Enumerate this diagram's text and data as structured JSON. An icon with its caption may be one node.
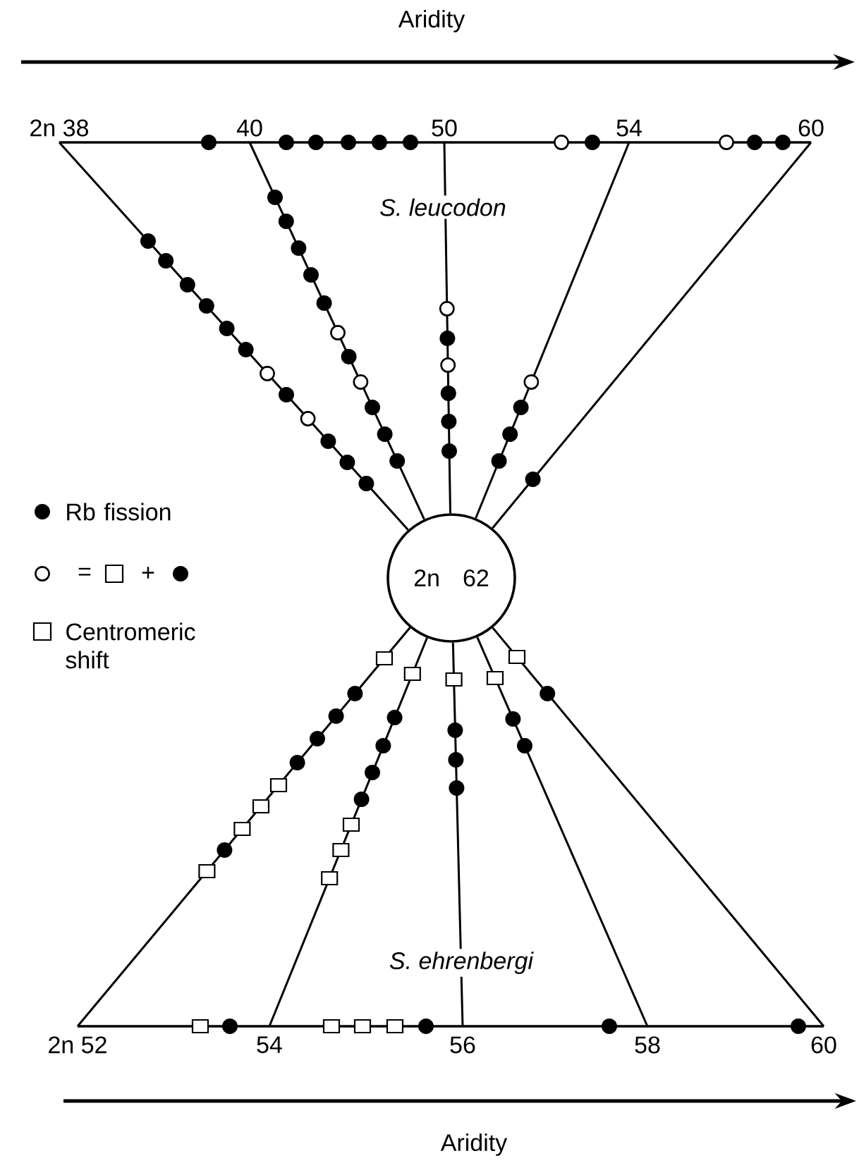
{
  "diagram": {
    "nodes": [
      {
        "text": [
          "2n",
          "62"
        ]
      },
      {
        "text": [
          "2n 38"
        ]
      },
      {
        "text": [
          "40"
        ]
      },
      {
        "text": [
          "50"
        ]
      },
      {
        "text": [
          "54"
        ]
      },
      {
        "text": [
          "60"
        ]
      },
      {
        "text": [
          "2n 52"
        ]
      },
      {
        "text": [
          "54"
        ]
      },
      {
        "text": [
          "56"
        ]
      },
      {
        "text": [
          "58"
        ]
      },
      {
        "text": [
          "60"
        ]
      }
    ],
    "edges": [
      {
        "from": 0,
        "to": 1,
        "arrow": "none"
      },
      {
        "from": 0,
        "to": 2,
        "arrow": "none"
      },
      {
        "from": 0,
        "to": 3,
        "arrow": "none"
      },
      {
        "from": 0,
        "to": 4,
        "arrow": "none"
      },
      {
        "from": 0,
        "to": 5,
        "arrow": "none"
      },
      {
        "from": 0,
        "to": 6,
        "arrow": "none"
      },
      {
        "from": 0,
        "to": 7,
        "arrow": "none"
      },
      {
        "from": 0,
        "to": 8,
        "arrow": "none"
      },
      {
        "from": 0,
        "to": 9,
        "arrow": "none"
      },
      {
        "from": 0,
        "to": 10,
        "arrow": "none"
      },
      {
        "from": 1,
        "to": 5,
        "arrow": "none"
      },
      {
        "from": 6,
        "to": 10,
        "arrow": "none"
      }
    ],
    "labels": [
      "Aridity",
      "S. leucodon",
      "=",
      "+",
      "S. ehrenbergi",
      "Aridity"
    ],
    "legend": [
      {
        "text": "Rb fission"
      },
      {
        "text": "Centromeric shift"
      }
    ]
  }
}
